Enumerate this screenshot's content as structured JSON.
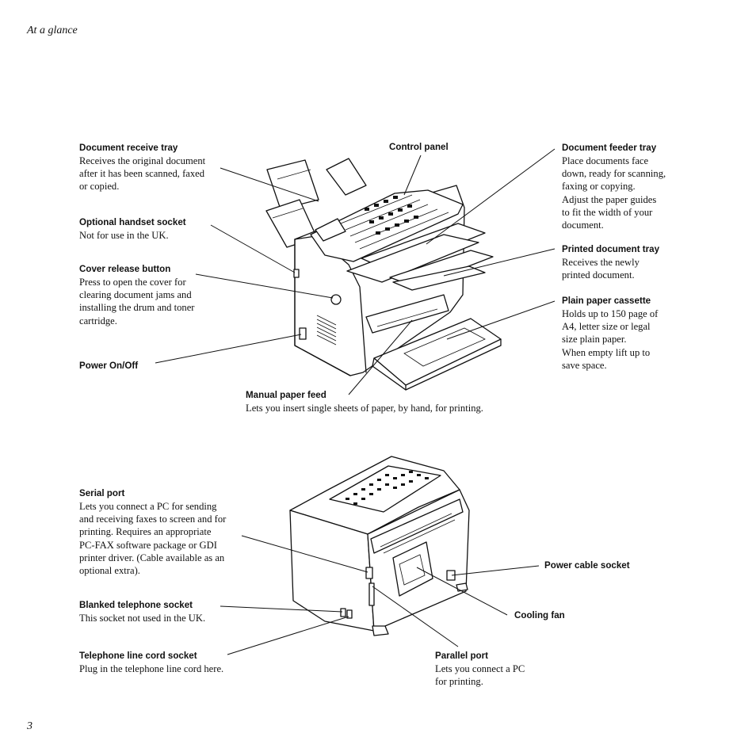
{
  "header": {
    "section_title": "At a glance"
  },
  "footer": {
    "page_number": "3"
  },
  "front_labels": {
    "document_receive_tray": {
      "title": "Document receive tray",
      "desc": "Receives the original document\nafter it has been scanned, faxed\nor copied."
    },
    "optional_handset_socket": {
      "title": "Optional handset socket",
      "desc": "Not for use in the UK."
    },
    "cover_release_button": {
      "title": "Cover release button",
      "desc": "Press to open the cover for\nclearing document jams and\ninstalling the drum and toner\ncartridge."
    },
    "power_on_off": {
      "title": "Power On/Off"
    },
    "control_panel": {
      "title": "Control panel"
    },
    "document_feeder_tray": {
      "title": "Document feeder tray",
      "desc": "Place documents face\ndown, ready for scanning,\nfaxing or copying.\nAdjust the paper guides\nto fit the width of your\ndocument."
    },
    "printed_document_tray": {
      "title": "Printed document tray",
      "desc": "Receives the newly\nprinted document."
    },
    "plain_paper_cassette": {
      "title": "Plain paper cassette",
      "desc": "Holds up to 150 page of\nA4, letter size or legal\nsize plain paper.\nWhen empty lift up to\nsave space."
    },
    "manual_paper_feed": {
      "title": "Manual paper feed",
      "desc": "Lets you insert single sheets of paper, by hand, for printing."
    }
  },
  "rear_labels": {
    "serial_port": {
      "title": "Serial port",
      "desc": "Lets you connect a PC for sending\nand receiving faxes to screen and for\nprinting. Requires an appropriate\nPC-FAX software package or GDI\nprinter driver. (Cable available as an\noptional extra)."
    },
    "blanked_telephone_socket": {
      "title": "Blanked telephone socket",
      "desc": "This socket not used in the UK."
    },
    "telephone_line_cord_socket": {
      "title": "Telephone line cord socket",
      "desc": "Plug in the telephone line cord here."
    },
    "power_cable_socket": {
      "title": "Power cable socket"
    },
    "cooling_fan": {
      "title": "Cooling fan"
    },
    "parallel_port": {
      "title": "Parallel port",
      "desc": "Lets you connect a PC\nfor printing."
    }
  },
  "illustrations": {
    "front": "fax-machine-front-illustration",
    "rear": "fax-machine-rear-illustration"
  }
}
